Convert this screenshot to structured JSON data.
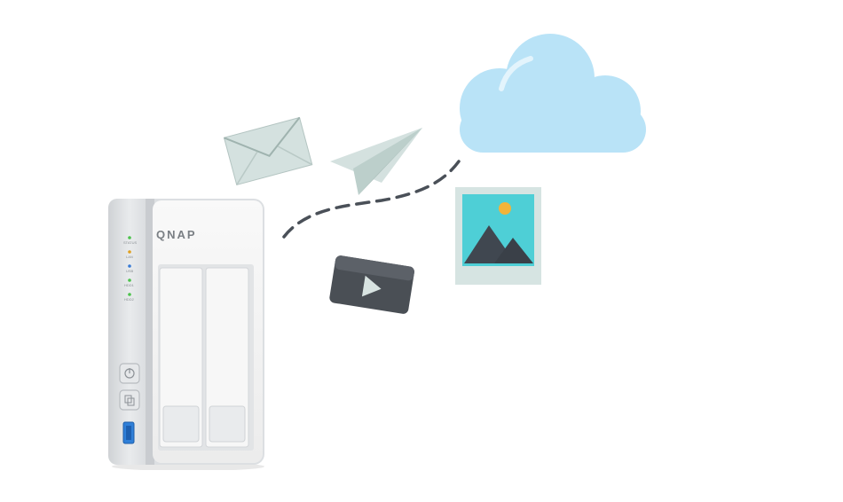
{
  "device": {
    "brand": "QNAP",
    "led_labels": [
      "STATUS",
      "LAN",
      "USB",
      "HDD1",
      "HDD2"
    ],
    "led_colors": [
      "#4cc24c",
      "#e0a020",
      "#3a7bd5",
      "#4cc24c",
      "#4cc24c"
    ],
    "usb_port_color": "#2f7fd8"
  },
  "icons": {
    "envelope": "envelope-icon",
    "paper_plane": "paper-plane-icon",
    "cloud": "cloud-icon",
    "photo": "photo-icon",
    "video": "video-play-icon"
  },
  "colors": {
    "cloud": "#b9e3f7",
    "envelope": "#d4e1df",
    "plane": "#d4e1df",
    "photo_sky": "#4ecfd6",
    "photo_sun": "#f2b43a",
    "mountain": "#404750",
    "video_card": "#4a4f55",
    "dashed_path": "#4a5058"
  }
}
